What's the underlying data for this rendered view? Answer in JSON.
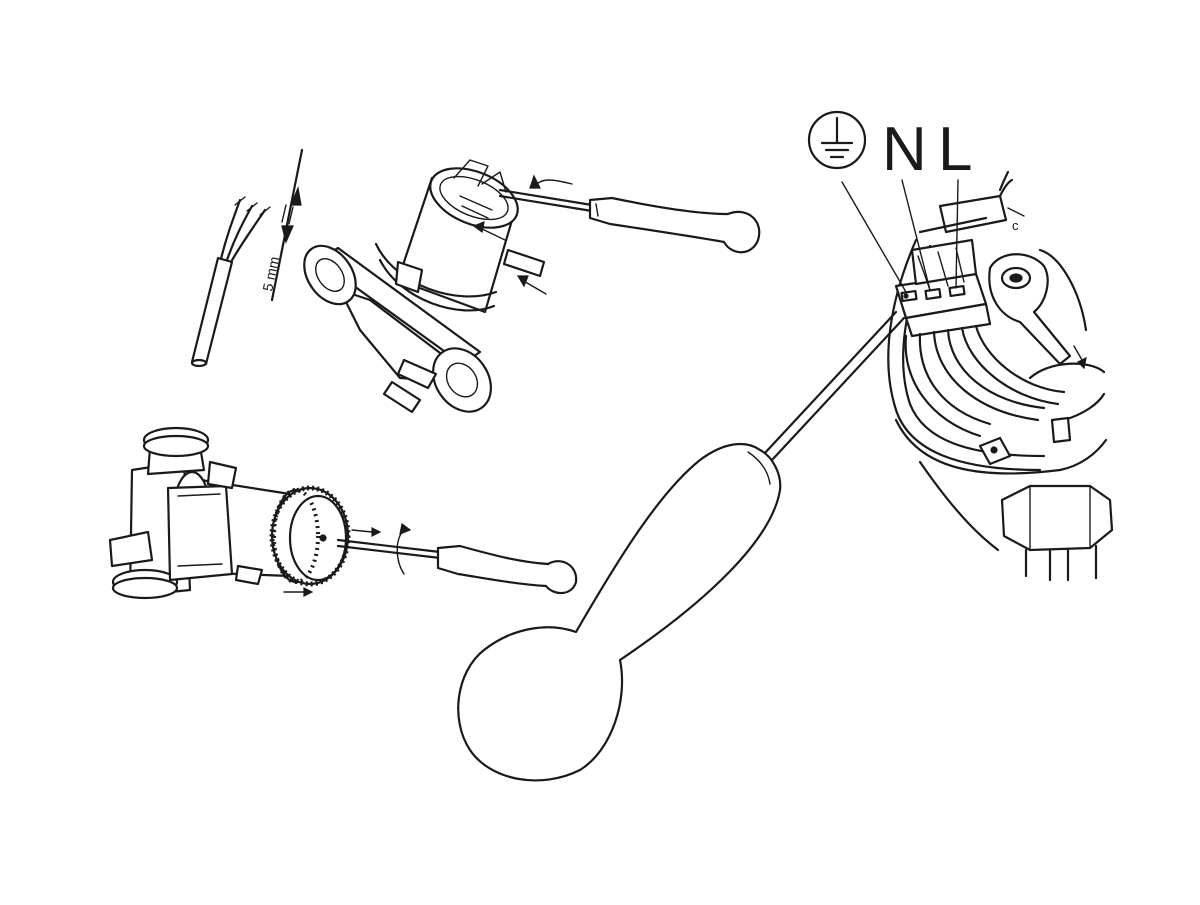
{
  "labels": {
    "strip_length": "5 mm",
    "neutral": "N",
    "live": "L"
  },
  "icons": {
    "earth": "earth-ground-icon"
  },
  "colors": {
    "ink": "#1a1a1a",
    "background": "#ffffff"
  }
}
